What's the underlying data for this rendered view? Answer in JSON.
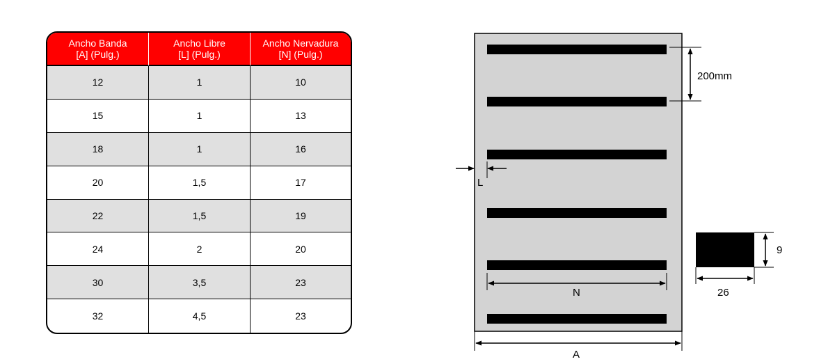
{
  "table": {
    "headers": [
      {
        "line1": "Ancho Banda",
        "line2": "[A] (Pulg.)"
      },
      {
        "line1": "Ancho Libre",
        "line2": "[L] (Pulg.)"
      },
      {
        "line1": "Ancho Nervadura",
        "line2": "[N] (Pulg.)"
      }
    ],
    "rows": [
      [
        "12",
        "1",
        "10"
      ],
      [
        "15",
        "1",
        "13"
      ],
      [
        "18",
        "1",
        "16"
      ],
      [
        "20",
        "1,5",
        "17"
      ],
      [
        "22",
        "1,5",
        "19"
      ],
      [
        "24",
        "2",
        "20"
      ],
      [
        "30",
        "3,5",
        "23"
      ],
      [
        "32",
        "4,5",
        "23"
      ]
    ]
  },
  "diagram": {
    "labels": {
      "spacing": "200mm",
      "free_width": "L",
      "rib_width": "N",
      "belt_width": "A",
      "section_height": "9",
      "section_width": "26"
    },
    "colors": {
      "header": "#ff0000",
      "belt": "#d3d3d3",
      "rib": "#000000",
      "shaded_row": "#e0e0e0"
    }
  }
}
